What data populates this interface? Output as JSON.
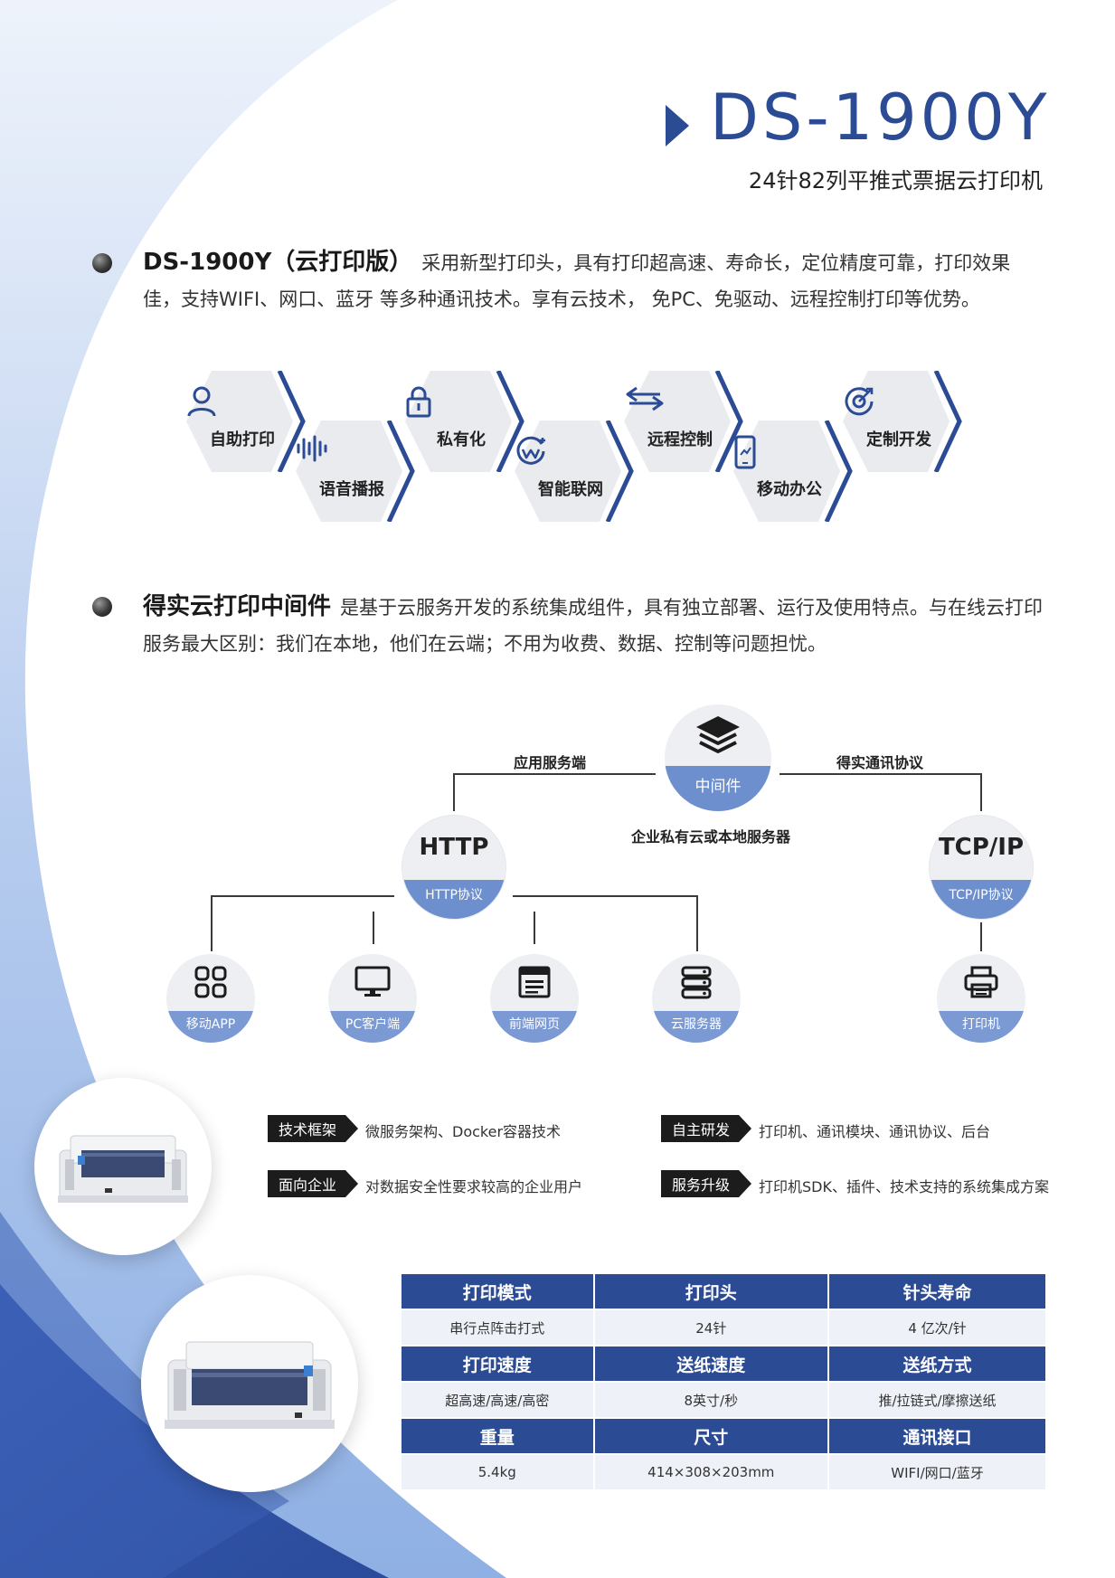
{
  "header": {
    "model": "DS-1900Y",
    "subtitle": "24针82列平推式票据云打印机"
  },
  "intro": {
    "lead": "DS-1900Y（云打印版）",
    "text": "采用新型打印头，具有打印超高速、寿命长，定位精度可靠，打印效果佳，支持WIFI、网口、蓝牙 等多种通讯技术。享有云技术， 免PC、免驱动、远程控制打印等优势。"
  },
  "features": [
    {
      "label": "自助打印",
      "icon": "user-icon"
    },
    {
      "label": "语音播报",
      "icon": "sound-wave-icon"
    },
    {
      "label": "私有化",
      "icon": "lock-icon"
    },
    {
      "label": "智能联网",
      "icon": "wifi-icon"
    },
    {
      "label": "远程控制",
      "icon": "transfer-arrows-icon"
    },
    {
      "label": "移动办公",
      "icon": "phone-icon"
    },
    {
      "label": "定制开发",
      "icon": "target-icon"
    }
  ],
  "middleware": {
    "lead": "得实云打印中间件",
    "text": "是基于云服务开发的系统集成组件，具有独立部署、运行及使用特点。与在线云打印服务最大区别：我们在本地，他们在云端；不用为收费、数据、控制等问题担忧。"
  },
  "diagram": {
    "center_label": "中间件",
    "center_caption": "企业私有云或本地服务器",
    "left_link": "应用服务端",
    "right_link": "得实通讯协议",
    "http": {
      "title": "HTTP",
      "sub": "HTTP协议"
    },
    "tcp": {
      "title": "TCP/IP",
      "sub": "TCP/IP协议"
    },
    "clients": [
      {
        "label": "移动APP",
        "icon": "app-grid-icon"
      },
      {
        "label": "PC客户端",
        "icon": "monitor-icon"
      },
      {
        "label": "前端网页",
        "icon": "webpage-icon"
      },
      {
        "label": "云服务器",
        "icon": "server-icon"
      }
    ],
    "printer": {
      "label": "打印机",
      "icon": "printer-icon"
    }
  },
  "tags": [
    {
      "tag": "技术框架",
      "text": "微服务架构、Docker容器技术"
    },
    {
      "tag": "自主研发",
      "text": "打印机、通讯模块、通讯协议、后台"
    },
    {
      "tag": "面向企业",
      "text": "对数据安全性要求较高的企业用户"
    },
    {
      "tag": "服务升级",
      "text": "打印机SDK、插件、技术支持的系统集成方案"
    }
  ],
  "specs": [
    {
      "headers": [
        "打印模式",
        "打印头",
        "针头寿命"
      ],
      "values": [
        "串行点阵击打式",
        "24针",
        "4 亿次/针"
      ]
    },
    {
      "headers": [
        "打印速度",
        "送纸速度",
        "送纸方式"
      ],
      "values": [
        "超高速/高速/高密",
        "8英寸/秒",
        "推/拉链式/摩擦送纸"
      ]
    },
    {
      "headers": [
        "重量",
        "尺寸",
        "通讯接口"
      ],
      "values": [
        "5.4kg",
        "414×308×203mm",
        "WIFI/网口/蓝牙"
      ]
    }
  ],
  "colors": {
    "accent": "#2c4b95",
    "light_blue": "#6e8fce",
    "bg_curve": "#a9c1ea"
  }
}
